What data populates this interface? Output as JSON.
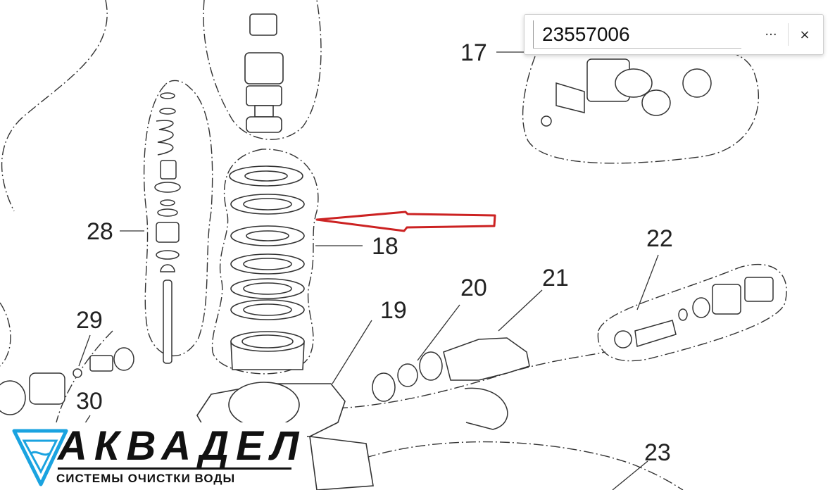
{
  "search": {
    "value": "23557006",
    "more_label": "···",
    "close_label": "×"
  },
  "callouts": [
    {
      "id": "17",
      "text": "17"
    },
    {
      "id": "18",
      "text": "18"
    },
    {
      "id": "19",
      "text": "19"
    },
    {
      "id": "20",
      "text": "20"
    },
    {
      "id": "21",
      "text": "21"
    },
    {
      "id": "22",
      "text": "22"
    },
    {
      "id": "23",
      "text": "23"
    },
    {
      "id": "28",
      "text": "28"
    },
    {
      "id": "29",
      "text": "29"
    },
    {
      "id": "30",
      "text": "30"
    }
  ],
  "highlight_arrow": {
    "color": "#cc2222",
    "target_callout": "18"
  },
  "logo": {
    "name": "АКВАДЕЛ",
    "tagline": "СИСТЕМЫ ОЧИСТКИ ВОДЫ",
    "mark_color": "#1aa3e0"
  },
  "colors": {
    "line": "#333333",
    "background": "#ffffff"
  }
}
